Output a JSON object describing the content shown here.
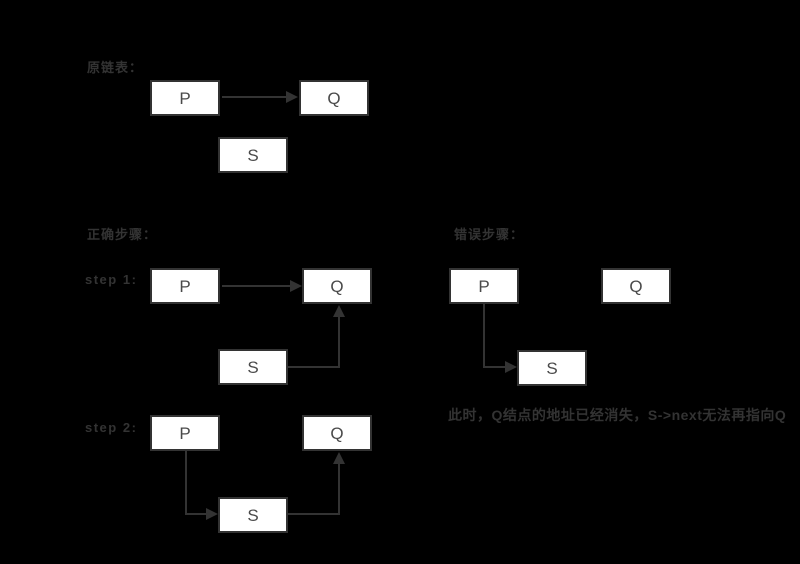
{
  "diagram": {
    "original": {
      "label": "原链表：",
      "nodes": {
        "p": "P",
        "q": "Q",
        "s": "S"
      }
    },
    "correct": {
      "label": "正确步骤：",
      "step1": {
        "label": "step 1:",
        "nodes": {
          "p": "P",
          "q": "Q",
          "s": "S"
        }
      },
      "step2": {
        "label": "step 2:",
        "nodes": {
          "p": "P",
          "q": "Q",
          "s": "S"
        }
      }
    },
    "wrong": {
      "label": "错误步骤：",
      "nodes": {
        "p": "P",
        "q": "Q",
        "s": "S"
      },
      "caption": "此时，Q结点的地址已经消失，S->next无法再指向Q"
    }
  },
  "colors": {
    "background": "#000000",
    "box_fill": "#ffffff",
    "box_border": "#333333",
    "box_text": "#4a4a4a",
    "label_text": "#333333",
    "arrow": "#333333"
  }
}
